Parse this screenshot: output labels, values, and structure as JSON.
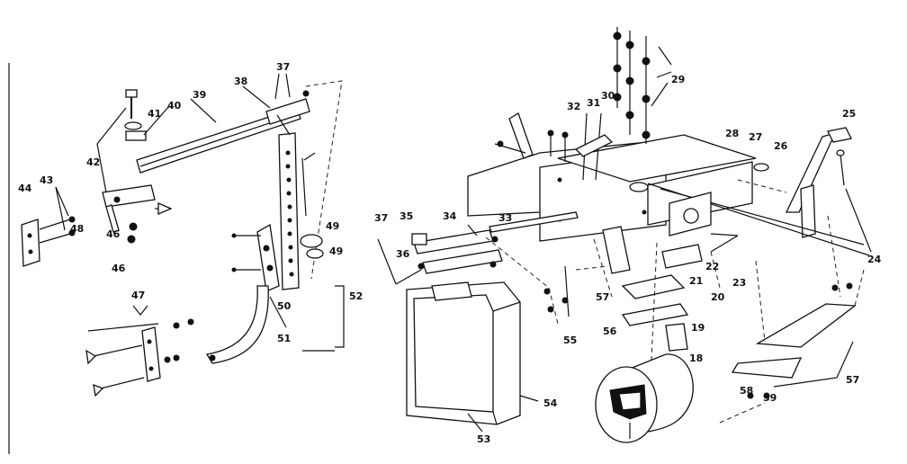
{
  "callouts": [
    {
      "id": "c44",
      "text": "44"
    },
    {
      "id": "c43",
      "text": "43"
    },
    {
      "id": "c42",
      "text": "42"
    },
    {
      "id": "c41",
      "text": "41"
    },
    {
      "id": "c40a",
      "text": "40"
    },
    {
      "id": "c39",
      "text": "39"
    },
    {
      "id": "c38",
      "text": "38"
    },
    {
      "id": "c37a",
      "text": "37"
    },
    {
      "id": "c46a",
      "text": "46"
    },
    {
      "id": "c46b",
      "text": "46"
    },
    {
      "id": "c48",
      "text": "48"
    },
    {
      "id": "c49a",
      "text": "49"
    },
    {
      "id": "c49b",
      "text": "49"
    },
    {
      "id": "c47",
      "text": "47"
    },
    {
      "id": "c50",
      "text": "50"
    },
    {
      "id": "c51",
      "text": "51"
    },
    {
      "id": "c52",
      "text": "52"
    },
    {
      "id": "c37b",
      "text": "37"
    },
    {
      "id": "c35",
      "text": "35"
    },
    {
      "id": "c34",
      "text": "34"
    },
    {
      "id": "c36",
      "text": "36"
    },
    {
      "id": "c33",
      "text": "33"
    },
    {
      "id": "c32",
      "text": "32"
    },
    {
      "id": "c31",
      "text": "31"
    },
    {
      "id": "c30",
      "text": "30"
    },
    {
      "id": "c29",
      "text": "29"
    },
    {
      "id": "c28",
      "text": "28"
    },
    {
      "id": "c27",
      "text": "27"
    },
    {
      "id": "c26",
      "text": "26"
    },
    {
      "id": "c25",
      "text": "25"
    },
    {
      "id": "c24",
      "text": "24"
    },
    {
      "id": "c23",
      "text": "23"
    },
    {
      "id": "c22",
      "text": "22"
    },
    {
      "id": "c21",
      "text": "21"
    },
    {
      "id": "c20",
      "text": "20"
    },
    {
      "id": "c19",
      "text": "19"
    },
    {
      "id": "c18",
      "text": "18"
    },
    {
      "id": "c57a",
      "text": "57"
    },
    {
      "id": "c57b",
      "text": "57"
    },
    {
      "id": "c56",
      "text": "56"
    },
    {
      "id": "c55",
      "text": "55"
    },
    {
      "id": "c54",
      "text": "54"
    },
    {
      "id": "c53",
      "text": "53"
    },
    {
      "id": "c58",
      "text": "58"
    },
    {
      "id": "c59",
      "text": "59"
    }
  ]
}
